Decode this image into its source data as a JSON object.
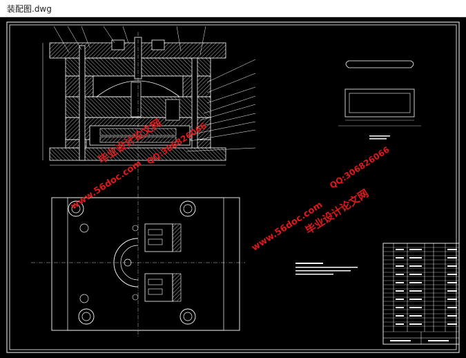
{
  "window": {
    "title": "装配图.dwg"
  },
  "colors": {
    "background": "#000000",
    "line": "#ffffff",
    "watermark": "#e01818"
  },
  "watermarks": [
    {
      "text": "毕业设计论文网"
    },
    {
      "text": "www.56doc.com"
    },
    {
      "text": "QQ:306826066"
    },
    {
      "text": "毕业设计论文网"
    },
    {
      "text": "www.56doc.com"
    },
    {
      "text": "QQ:306826066"
    }
  ]
}
